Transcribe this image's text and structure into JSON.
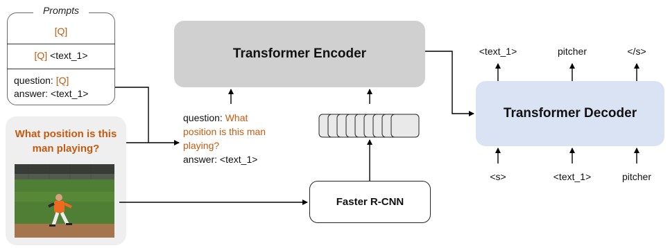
{
  "prompts": {
    "title": "Prompts",
    "row1": {
      "token": "[Q]"
    },
    "row2": {
      "token": "[Q]",
      "text": "<text_1>"
    },
    "row3": {
      "q_prefix": "question:",
      "q_token": "[Q]",
      "answer": "answer: <text_1>"
    }
  },
  "question_panel": {
    "question": "What position is this man playing?"
  },
  "qa_input": {
    "q_prefix": "question:",
    "q_part1": "What",
    "q_line2": "position is this man",
    "q_line3": "playing?",
    "answer": "answer: <text_1>"
  },
  "encoder": {
    "label": "Transformer Encoder"
  },
  "decoder": {
    "label": "Transformer Decoder"
  },
  "detector": {
    "label": "Faster R-CNN"
  },
  "decoder_outputs": [
    "<text_1>",
    "pitcher",
    "</s>"
  ],
  "decoder_inputs": [
    "<s>",
    "<text_1>",
    "pitcher"
  ],
  "colors": {
    "highlight": "#c55a11",
    "encoder_fill": "#d0d0d0",
    "decoder_fill": "#dae3f3"
  }
}
